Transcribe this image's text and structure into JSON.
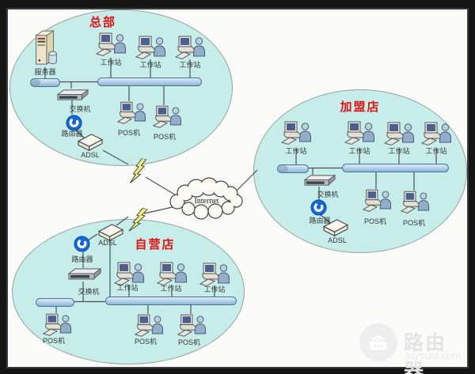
{
  "internet": {
    "label": "Internet"
  },
  "watermark": {
    "brand": "路由器",
    "domain": "luyouqi.com"
  },
  "colors": {
    "cluster_fill": "#c7edea",
    "title_red": "#e01212",
    "router_blue": "#1569d3",
    "bus_blue": "#a3c6e2",
    "lightning_yellow": "#efec86",
    "frame_dark": "#151515"
  },
  "clusters": [
    {
      "id": "headquarters",
      "title": "总部",
      "nodes": [
        {
          "type": "server",
          "label": "服务器"
        },
        {
          "type": "workstation",
          "label": "工作站"
        },
        {
          "type": "workstation",
          "label": "工作站"
        },
        {
          "type": "workstation",
          "label": "工作站"
        },
        {
          "type": "switch",
          "label": "交换机"
        },
        {
          "type": "router",
          "label": "路由器"
        },
        {
          "type": "adsl-modem",
          "label": "ADSL"
        },
        {
          "type": "pos",
          "label": "POS机"
        },
        {
          "type": "pos",
          "label": "POS机"
        }
      ]
    },
    {
      "id": "franchise-store",
      "title": "加盟店",
      "nodes": [
        {
          "type": "workstation",
          "label": "工作站"
        },
        {
          "type": "workstation",
          "label": "工作站"
        },
        {
          "type": "workstation",
          "label": "工作站"
        },
        {
          "type": "workstation",
          "label": "工作站"
        },
        {
          "type": "switch",
          "label": "交换机"
        },
        {
          "type": "router",
          "label": "路由器"
        },
        {
          "type": "adsl-modem",
          "label": "ADSL"
        },
        {
          "type": "pos",
          "label": "POS机"
        },
        {
          "type": "pos",
          "label": "POS机"
        }
      ]
    },
    {
      "id": "self-operated-store",
      "title": "自营店",
      "nodes": [
        {
          "type": "adsl-modem",
          "label": "ADSL"
        },
        {
          "type": "router",
          "label": "路由器"
        },
        {
          "type": "switch",
          "label": "交换机"
        },
        {
          "type": "workstation",
          "label": "工作站"
        },
        {
          "type": "workstation",
          "label": "工作站"
        },
        {
          "type": "workstation",
          "label": "工作站"
        },
        {
          "type": "pos",
          "label": "POS机"
        },
        {
          "type": "pos",
          "label": "POS机"
        },
        {
          "type": "pos",
          "label": "POS机"
        }
      ]
    }
  ]
}
